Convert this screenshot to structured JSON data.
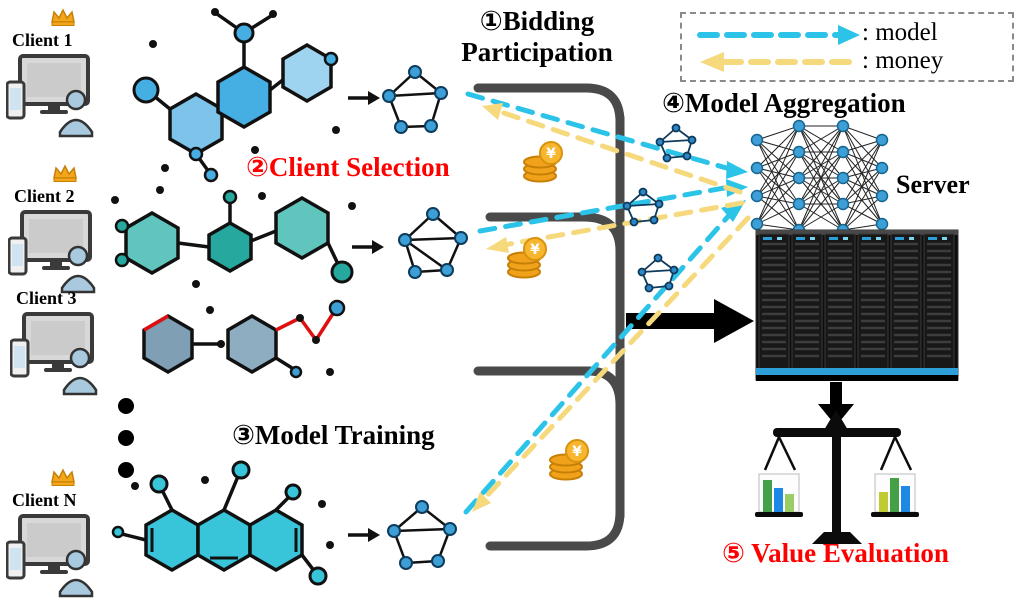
{
  "clients": [
    {
      "label": "Client 1",
      "crown": true
    },
    {
      "label": "Client 2",
      "crown": true
    },
    {
      "label": "Client 3",
      "crown": false
    },
    {
      "label": "Client N",
      "crown": true
    }
  ],
  "steps": {
    "bidding_line1": "①Bidding",
    "bidding_line2": "Participation",
    "client_selection": "②Client Selection",
    "model_training": "③Model Training",
    "model_aggregation": "④Model Aggregation",
    "value_evaluation": "⑤ Value Evaluation"
  },
  "legend": {
    "model_label": ": model",
    "money_label": ": money"
  },
  "server_label": "Server",
  "currency_symbol": "¥",
  "colors": {
    "model_flow": "#2cc3e8",
    "money_flow": "#f6d97c",
    "highlight_red": "#ff0000",
    "node_blue": "#3d9fd6",
    "coin_gold": "#f2a71b",
    "bracket_gray": "#4a4a4a"
  }
}
